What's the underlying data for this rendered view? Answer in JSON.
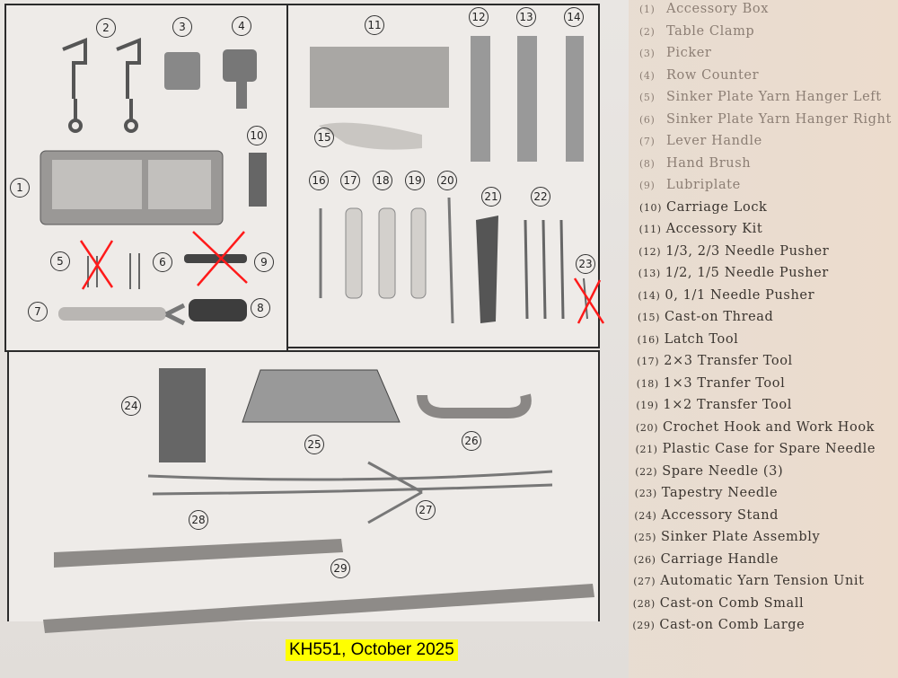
{
  "parts": [
    {
      "num": "1",
      "label": "Accessory Box"
    },
    {
      "num": "2",
      "label": "Table Clamp"
    },
    {
      "num": "3",
      "label": "Picker"
    },
    {
      "num": "4",
      "label": "Row Counter"
    },
    {
      "num": "5",
      "label": "Sinker Plate Yarn Hanger Left"
    },
    {
      "num": "6",
      "label": "Sinker Plate Yarn Hanger Right"
    },
    {
      "num": "7",
      "label": "Lever Handle"
    },
    {
      "num": "8",
      "label": "Hand Brush"
    },
    {
      "num": "9",
      "label": "Lubriplate"
    },
    {
      "num": "10",
      "label": "Carriage Lock"
    },
    {
      "num": "11",
      "label": "Accessory Kit"
    },
    {
      "num": "12",
      "label": "1/3, 2/3 Needle Pusher"
    },
    {
      "num": "13",
      "label": "1/2, 1/5 Needle Pusher"
    },
    {
      "num": "14",
      "label": "0, 1/1 Needle Pusher"
    },
    {
      "num": "15",
      "label": "Cast-on Thread"
    },
    {
      "num": "16",
      "label": "Latch Tool"
    },
    {
      "num": "17",
      "label": "2×3 Transfer Tool"
    },
    {
      "num": "18",
      "label": "1×3 Tranfer Tool"
    },
    {
      "num": "19",
      "label": "1×2 Transfer Tool"
    },
    {
      "num": "20",
      "label": "Crochet Hook and Work Hook"
    },
    {
      "num": "21",
      "label": "Plastic Case for Spare Needle"
    },
    {
      "num": "22",
      "label": "Spare Needle (3)"
    },
    {
      "num": "23",
      "label": "Tapestry Needle"
    },
    {
      "num": "24",
      "label": "Accessory Stand"
    },
    {
      "num": "25",
      "label": "Sinker Plate  Assembly"
    },
    {
      "num": "26",
      "label": "Carriage Handle"
    },
    {
      "num": "27",
      "label": "Automatic Yarn Tension Unit"
    },
    {
      "num": "28",
      "label": "Cast-on Comb Small"
    },
    {
      "num": "29",
      "label": "Cast-on Comb Large"
    }
  ],
  "crossed_out": [
    "5",
    "9",
    "23"
  ],
  "cross_color": "#ff1a1a",
  "caption": "KH551, October 2025"
}
